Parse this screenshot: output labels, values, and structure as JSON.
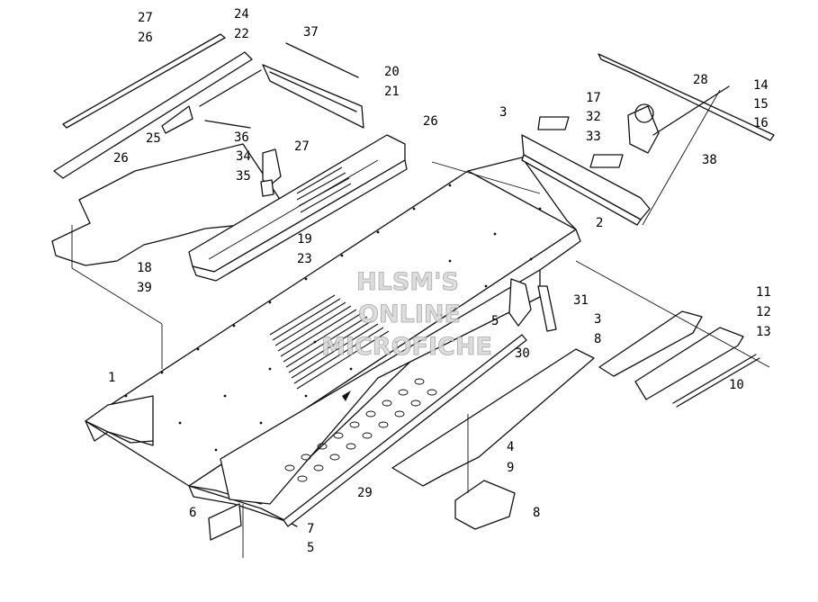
{
  "watermark": {
    "line1": "HLSM'S",
    "line2": "ONLINE",
    "line3": "MICROFICHE"
  },
  "callouts": [
    {
      "id": "c27a",
      "text": "27"
    },
    {
      "id": "c24",
      "text": "24"
    },
    {
      "id": "c26a",
      "text": "26"
    },
    {
      "id": "c22",
      "text": "22"
    },
    {
      "id": "c37",
      "text": "37"
    },
    {
      "id": "c20",
      "text": "20"
    },
    {
      "id": "c21",
      "text": "21"
    },
    {
      "id": "c26b",
      "text": "26"
    },
    {
      "id": "c25",
      "text": "25"
    },
    {
      "id": "c36",
      "text": "36"
    },
    {
      "id": "c27b",
      "text": "27"
    },
    {
      "id": "c34",
      "text": "34"
    },
    {
      "id": "c35",
      "text": "35"
    },
    {
      "id": "c26c",
      "text": "26"
    },
    {
      "id": "c19",
      "text": "19"
    },
    {
      "id": "c23",
      "text": "23"
    },
    {
      "id": "c18",
      "text": "18"
    },
    {
      "id": "c39",
      "text": "39"
    },
    {
      "id": "c3a",
      "text": "3"
    },
    {
      "id": "c32",
      "text": "32"
    },
    {
      "id": "c33",
      "text": "33"
    },
    {
      "id": "c17",
      "text": "17"
    },
    {
      "id": "c28",
      "text": "28"
    },
    {
      "id": "c14",
      "text": "14"
    },
    {
      "id": "c15",
      "text": "15"
    },
    {
      "id": "c16",
      "text": "16"
    },
    {
      "id": "c38",
      "text": "38"
    },
    {
      "id": "c2",
      "text": "2"
    },
    {
      "id": "c31",
      "text": "31"
    },
    {
      "id": "c3b",
      "text": "3"
    },
    {
      "id": "c5a",
      "text": "5"
    },
    {
      "id": "c8a",
      "text": "8"
    },
    {
      "id": "c30",
      "text": "30"
    },
    {
      "id": "c11",
      "text": "11"
    },
    {
      "id": "c12",
      "text": "12"
    },
    {
      "id": "c13",
      "text": "13"
    },
    {
      "id": "c10",
      "text": "10"
    },
    {
      "id": "c1",
      "text": "1"
    },
    {
      "id": "c4",
      "text": "4"
    },
    {
      "id": "c9",
      "text": "9"
    },
    {
      "id": "c29",
      "text": "29"
    },
    {
      "id": "c6",
      "text": "6"
    },
    {
      "id": "c7",
      "text": "7"
    },
    {
      "id": "c5b",
      "text": "5"
    },
    {
      "id": "c8b",
      "text": "8"
    }
  ]
}
